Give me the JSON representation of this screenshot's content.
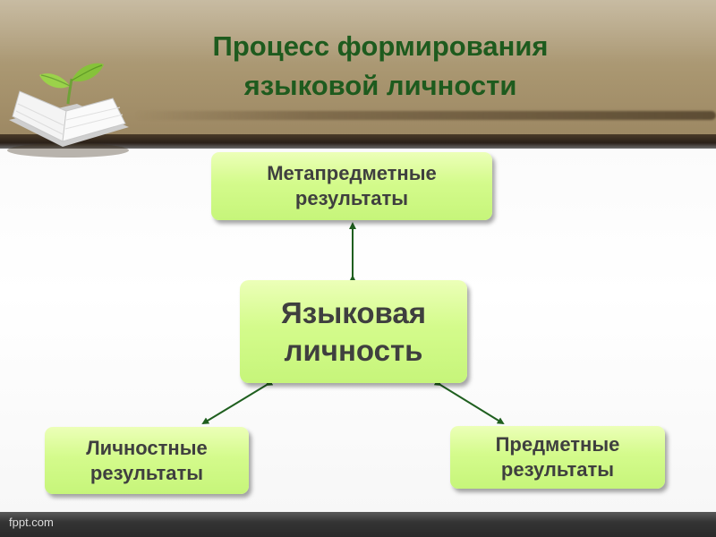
{
  "title": "Процесс формирования\nязыковой личности",
  "footer": {
    "text": "fppt.com"
  },
  "nodes": {
    "top": "Метапредметные\nрезультаты",
    "center": "Языковая\nличность",
    "left": "Личностные\nрезультаты",
    "right": "Предметные\nрезультаты"
  },
  "colors": {
    "title": "#1e5b1e",
    "node_fill": "#d4fb8c",
    "node_text": "#3f3f3f",
    "connector": "#1f5f1f",
    "header_band": "#a8956f"
  },
  "edges": [
    {
      "from": "center",
      "to": "top",
      "directed": "both"
    },
    {
      "from": "center",
      "to": "left",
      "directed": "both"
    },
    {
      "from": "center",
      "to": "right",
      "directed": "both"
    }
  ],
  "icons": {
    "header_decoration": "open-book-with-sprout-icon"
  }
}
